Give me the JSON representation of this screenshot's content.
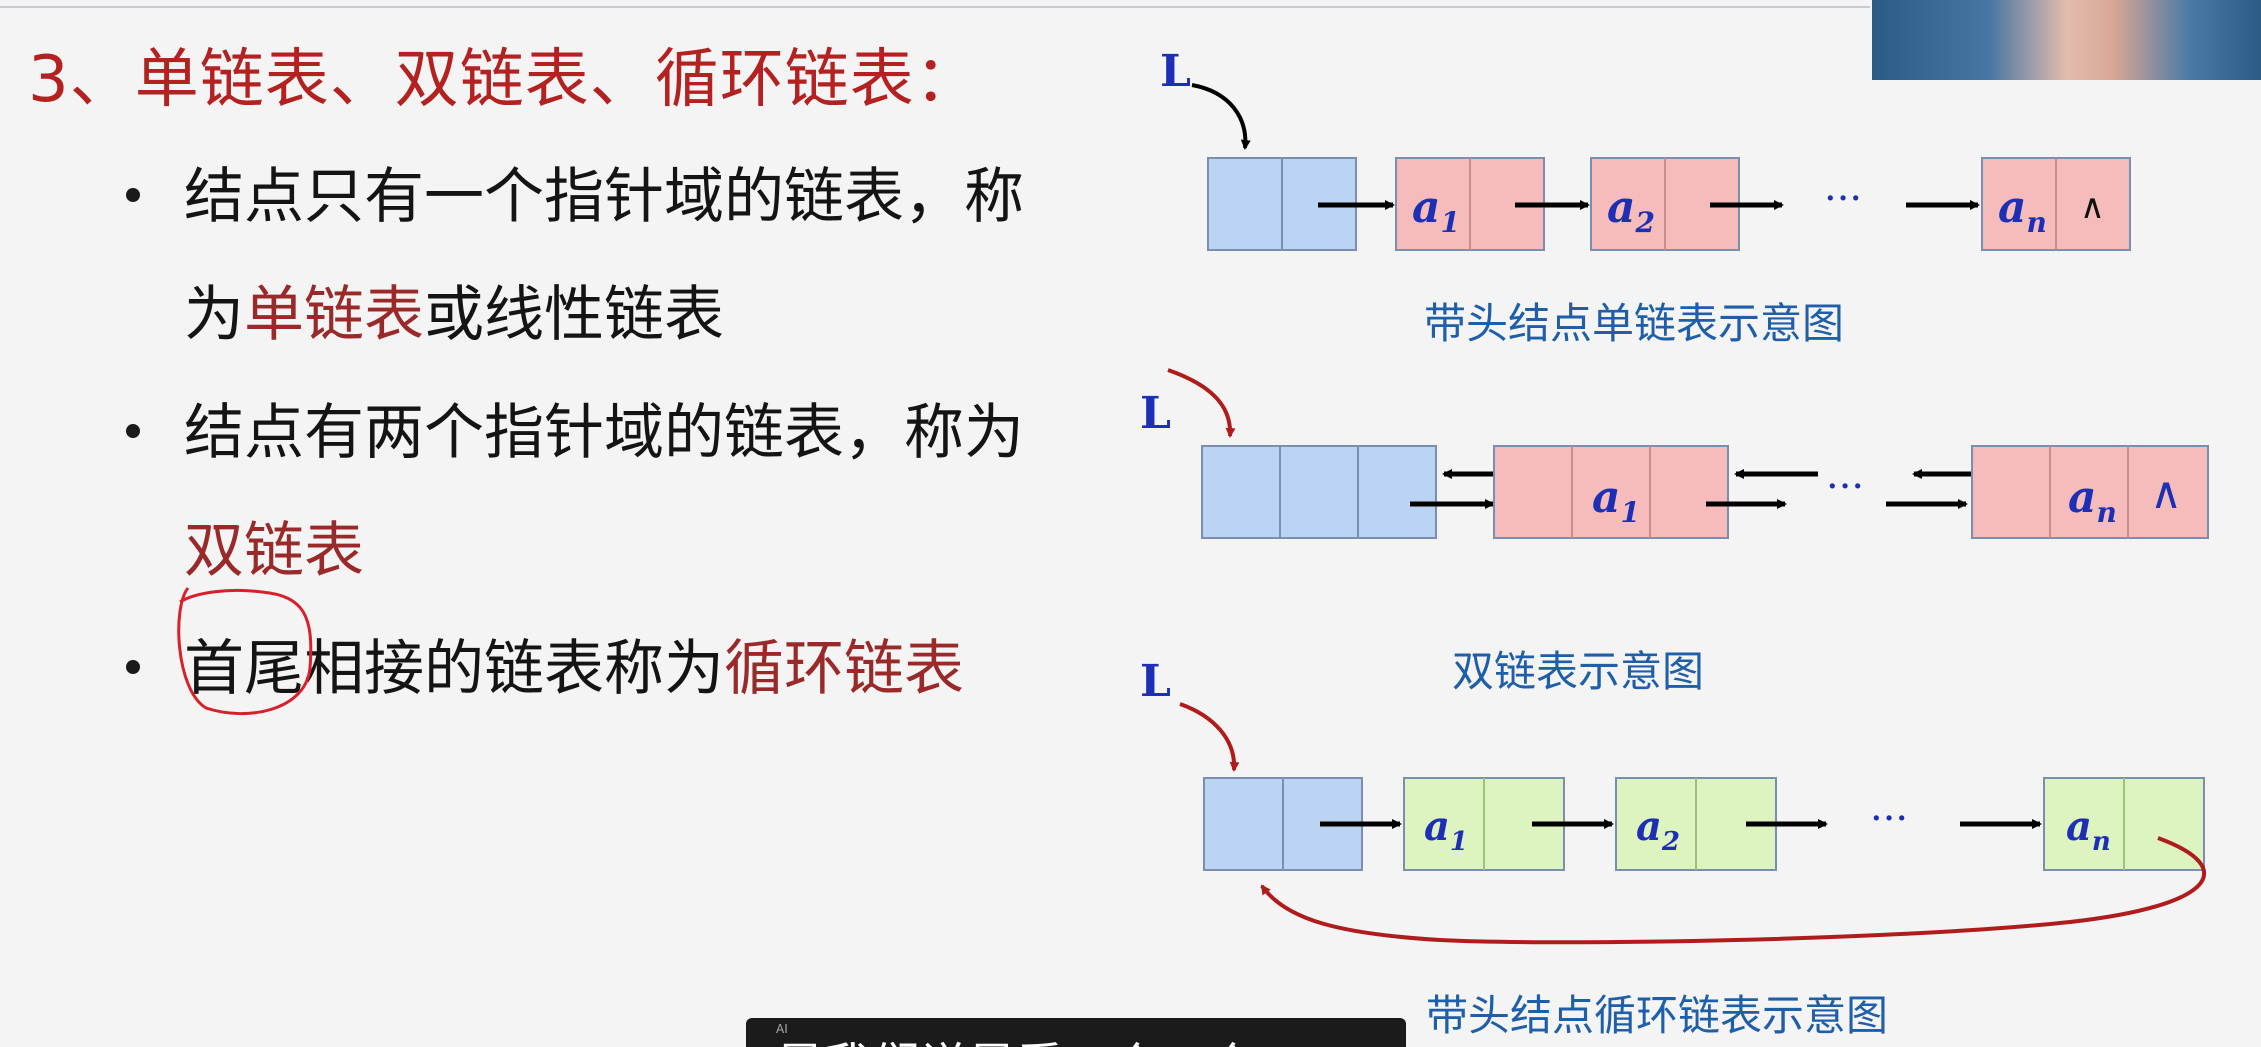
{
  "slide": {
    "title": "3、单链表、双链表、循环链表：",
    "bullets": [
      {
        "parts": [
          "结点只有一个指针域的链表，称为",
          "单链表",
          "或线性链表"
        ]
      },
      {
        "parts": [
          "结点有两个指针域的链表，称为",
          "双链表",
          ""
        ]
      },
      {
        "parts": [
          "首尾相接的链表称为",
          "循环链表",
          ""
        ]
      }
    ]
  },
  "diagrams": {
    "head_label": "L",
    "ellipsis": "···",
    "null_symbol": "∧",
    "single": {
      "caption": "带头结点单链表示意图",
      "nodes": [
        "a",
        "a",
        "a"
      ],
      "subscripts": [
        "1",
        "2",
        "n"
      ]
    },
    "double": {
      "caption": "双链表示意图",
      "nodes": [
        "a",
        "a"
      ],
      "subscripts": [
        "1",
        "n"
      ]
    },
    "circular": {
      "caption": "带头结点循环链表示意图",
      "nodes": [
        "a",
        "a",
        "a"
      ],
      "subscripts": [
        "1",
        "2",
        "n"
      ]
    }
  },
  "overlay": {
    "subtitle": "是我们说是看一个一个",
    "ai_badge": "AI"
  },
  "colors": {
    "title": "#b42121",
    "highlight": "#9a2a2a",
    "caption": "#1f5ea8",
    "head_node": "#bcd4f4",
    "data_node_red": "#f6bcbc",
    "data_node_green": "#ddf4c0",
    "arrow_red": "#b01c1c",
    "annotation_circle": "#d81f2a"
  }
}
